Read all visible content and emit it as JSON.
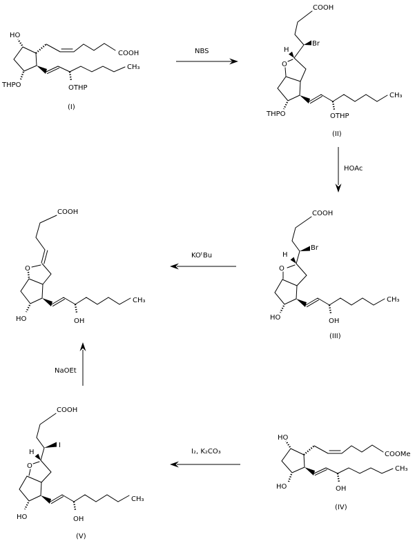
{
  "colors": {
    "background": "#ffffff",
    "ink": "#000000"
  },
  "compounds": {
    "I": {
      "label": "(I)",
      "substituents": [
        "HO",
        "COOH",
        "THPO",
        "OTHP",
        "CH₃"
      ]
    },
    "II": {
      "label": "(II)",
      "substituents": [
        "COOH",
        "Br",
        "H",
        "O",
        "THPO",
        "OTHP",
        "CH₃"
      ]
    },
    "III": {
      "label": "(III)",
      "substituents": [
        "COOH",
        "Br",
        "H",
        "O",
        "HO",
        "OH",
        "CH₃"
      ]
    },
    "IV": {
      "label": "(IV)",
      "substituents": [
        "HO",
        "COOMe",
        "HO",
        "OH",
        "CH₃"
      ]
    },
    "V": {
      "label": "(V)",
      "substituents": [
        "COOH",
        "I",
        "H",
        "O",
        "HO",
        "OH",
        "CH₃"
      ]
    },
    "product": {
      "substituents": [
        "COOH",
        "O",
        "HO",
        "OH",
        "CH₃"
      ]
    }
  },
  "reagents": {
    "step_1": "NBS",
    "step_2": "HOAc",
    "step_3": "KOᵗBu",
    "step_4": "I₂, K₂CO₃",
    "step_5": "NaOEt"
  }
}
